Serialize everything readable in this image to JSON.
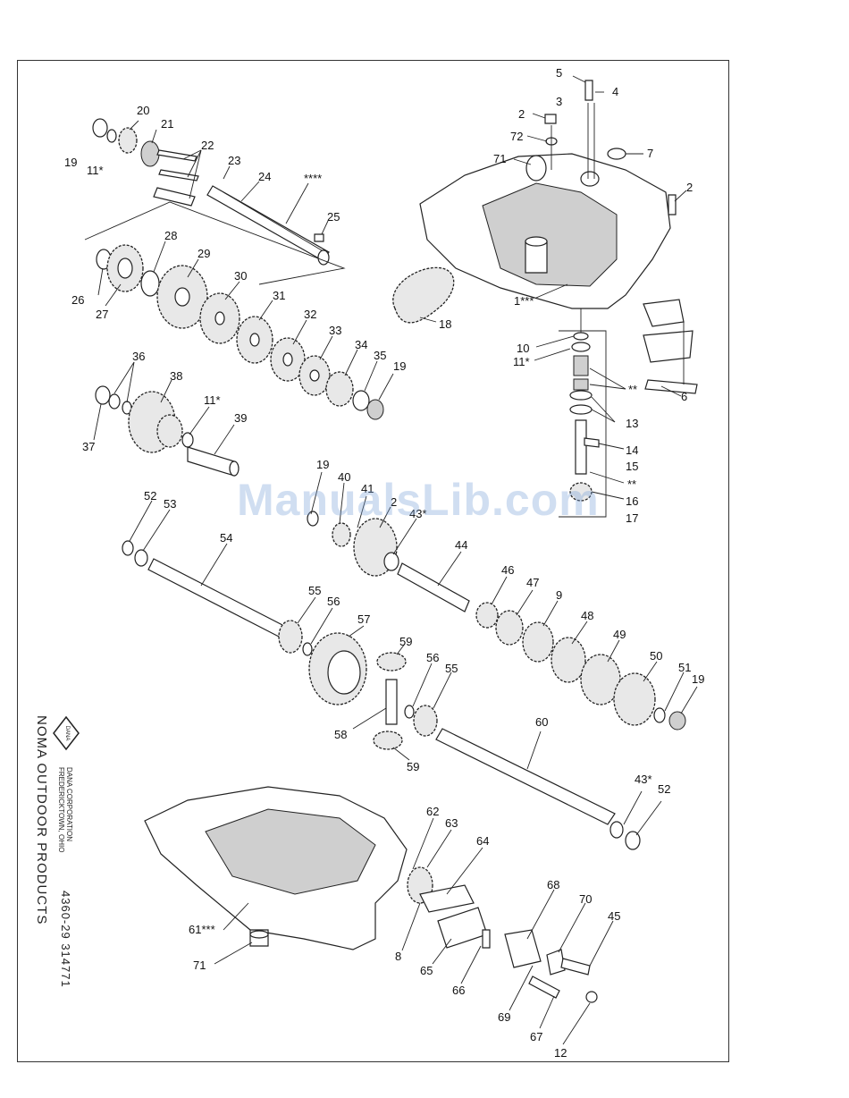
{
  "watermark": "ManualsLib.com",
  "side_text": {
    "brand": "NOMA OUTDOOR PRODUCTS",
    "corp_line1": "DANA CORPORATION",
    "corp_line2": "FREDERICKTOWN, OHIO",
    "logo_text": "DANA",
    "doc_number": "4360-29   314771"
  },
  "part_labels": [
    "5",
    "4",
    "3",
    "2",
    "72",
    "7",
    "71",
    "2",
    "1***",
    "20",
    "21",
    "19",
    "11*",
    "22",
    "23",
    "24",
    "****",
    "25",
    "28",
    "29",
    "26",
    "27",
    "30",
    "31",
    "32",
    "33",
    "34",
    "35",
    "19",
    "18",
    "36",
    "38",
    "37",
    "11*",
    "39",
    "10",
    "11*",
    "**",
    "13",
    "14",
    "15",
    "**",
    "16",
    "17",
    "6",
    "19",
    "40",
    "41",
    "2",
    "43*",
    "52",
    "53",
    "54",
    "44",
    "46",
    "47",
    "9",
    "48",
    "49",
    "50",
    "51",
    "19",
    "55",
    "56",
    "57",
    "59",
    "56",
    "55",
    "58",
    "59",
    "60",
    "43*",
    "52",
    "62",
    "63",
    "64",
    "61***",
    "71",
    "8",
    "65",
    "66",
    "68",
    "70",
    "45",
    "69",
    "67",
    "12"
  ],
  "colors": {
    "line": "#222222",
    "watermark": "#78a0d7"
  }
}
